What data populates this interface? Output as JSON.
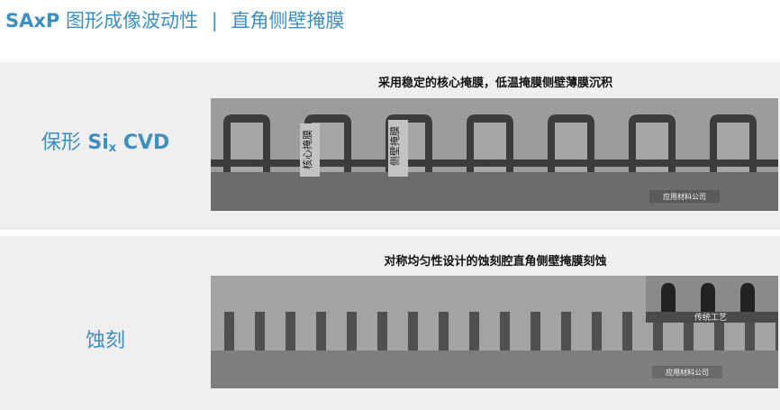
{
  "header": {
    "brand": "SAxP",
    "title_part1": "图形成像波动性",
    "separator": "|",
    "title_part2": "直角侧壁掩膜"
  },
  "section1": {
    "side_label_prefix": "保形",
    "side_label_si": "Si",
    "side_label_sub": "x",
    "side_label_suffix": "CVD",
    "caption": "采用稳定的核心掩膜，低温掩膜侧壁薄膜沉积",
    "label_core_mask": "核心掩膜",
    "label_sidewall_mask": "侧壁掩膜",
    "watermark": "应用材料公司"
  },
  "section2": {
    "side_label": "蚀刻",
    "caption": "对称均匀性设计的蚀刻腔直角侧壁掩膜刻蚀",
    "inset_label": "传统工艺",
    "watermark": "应用材料公司"
  }
}
